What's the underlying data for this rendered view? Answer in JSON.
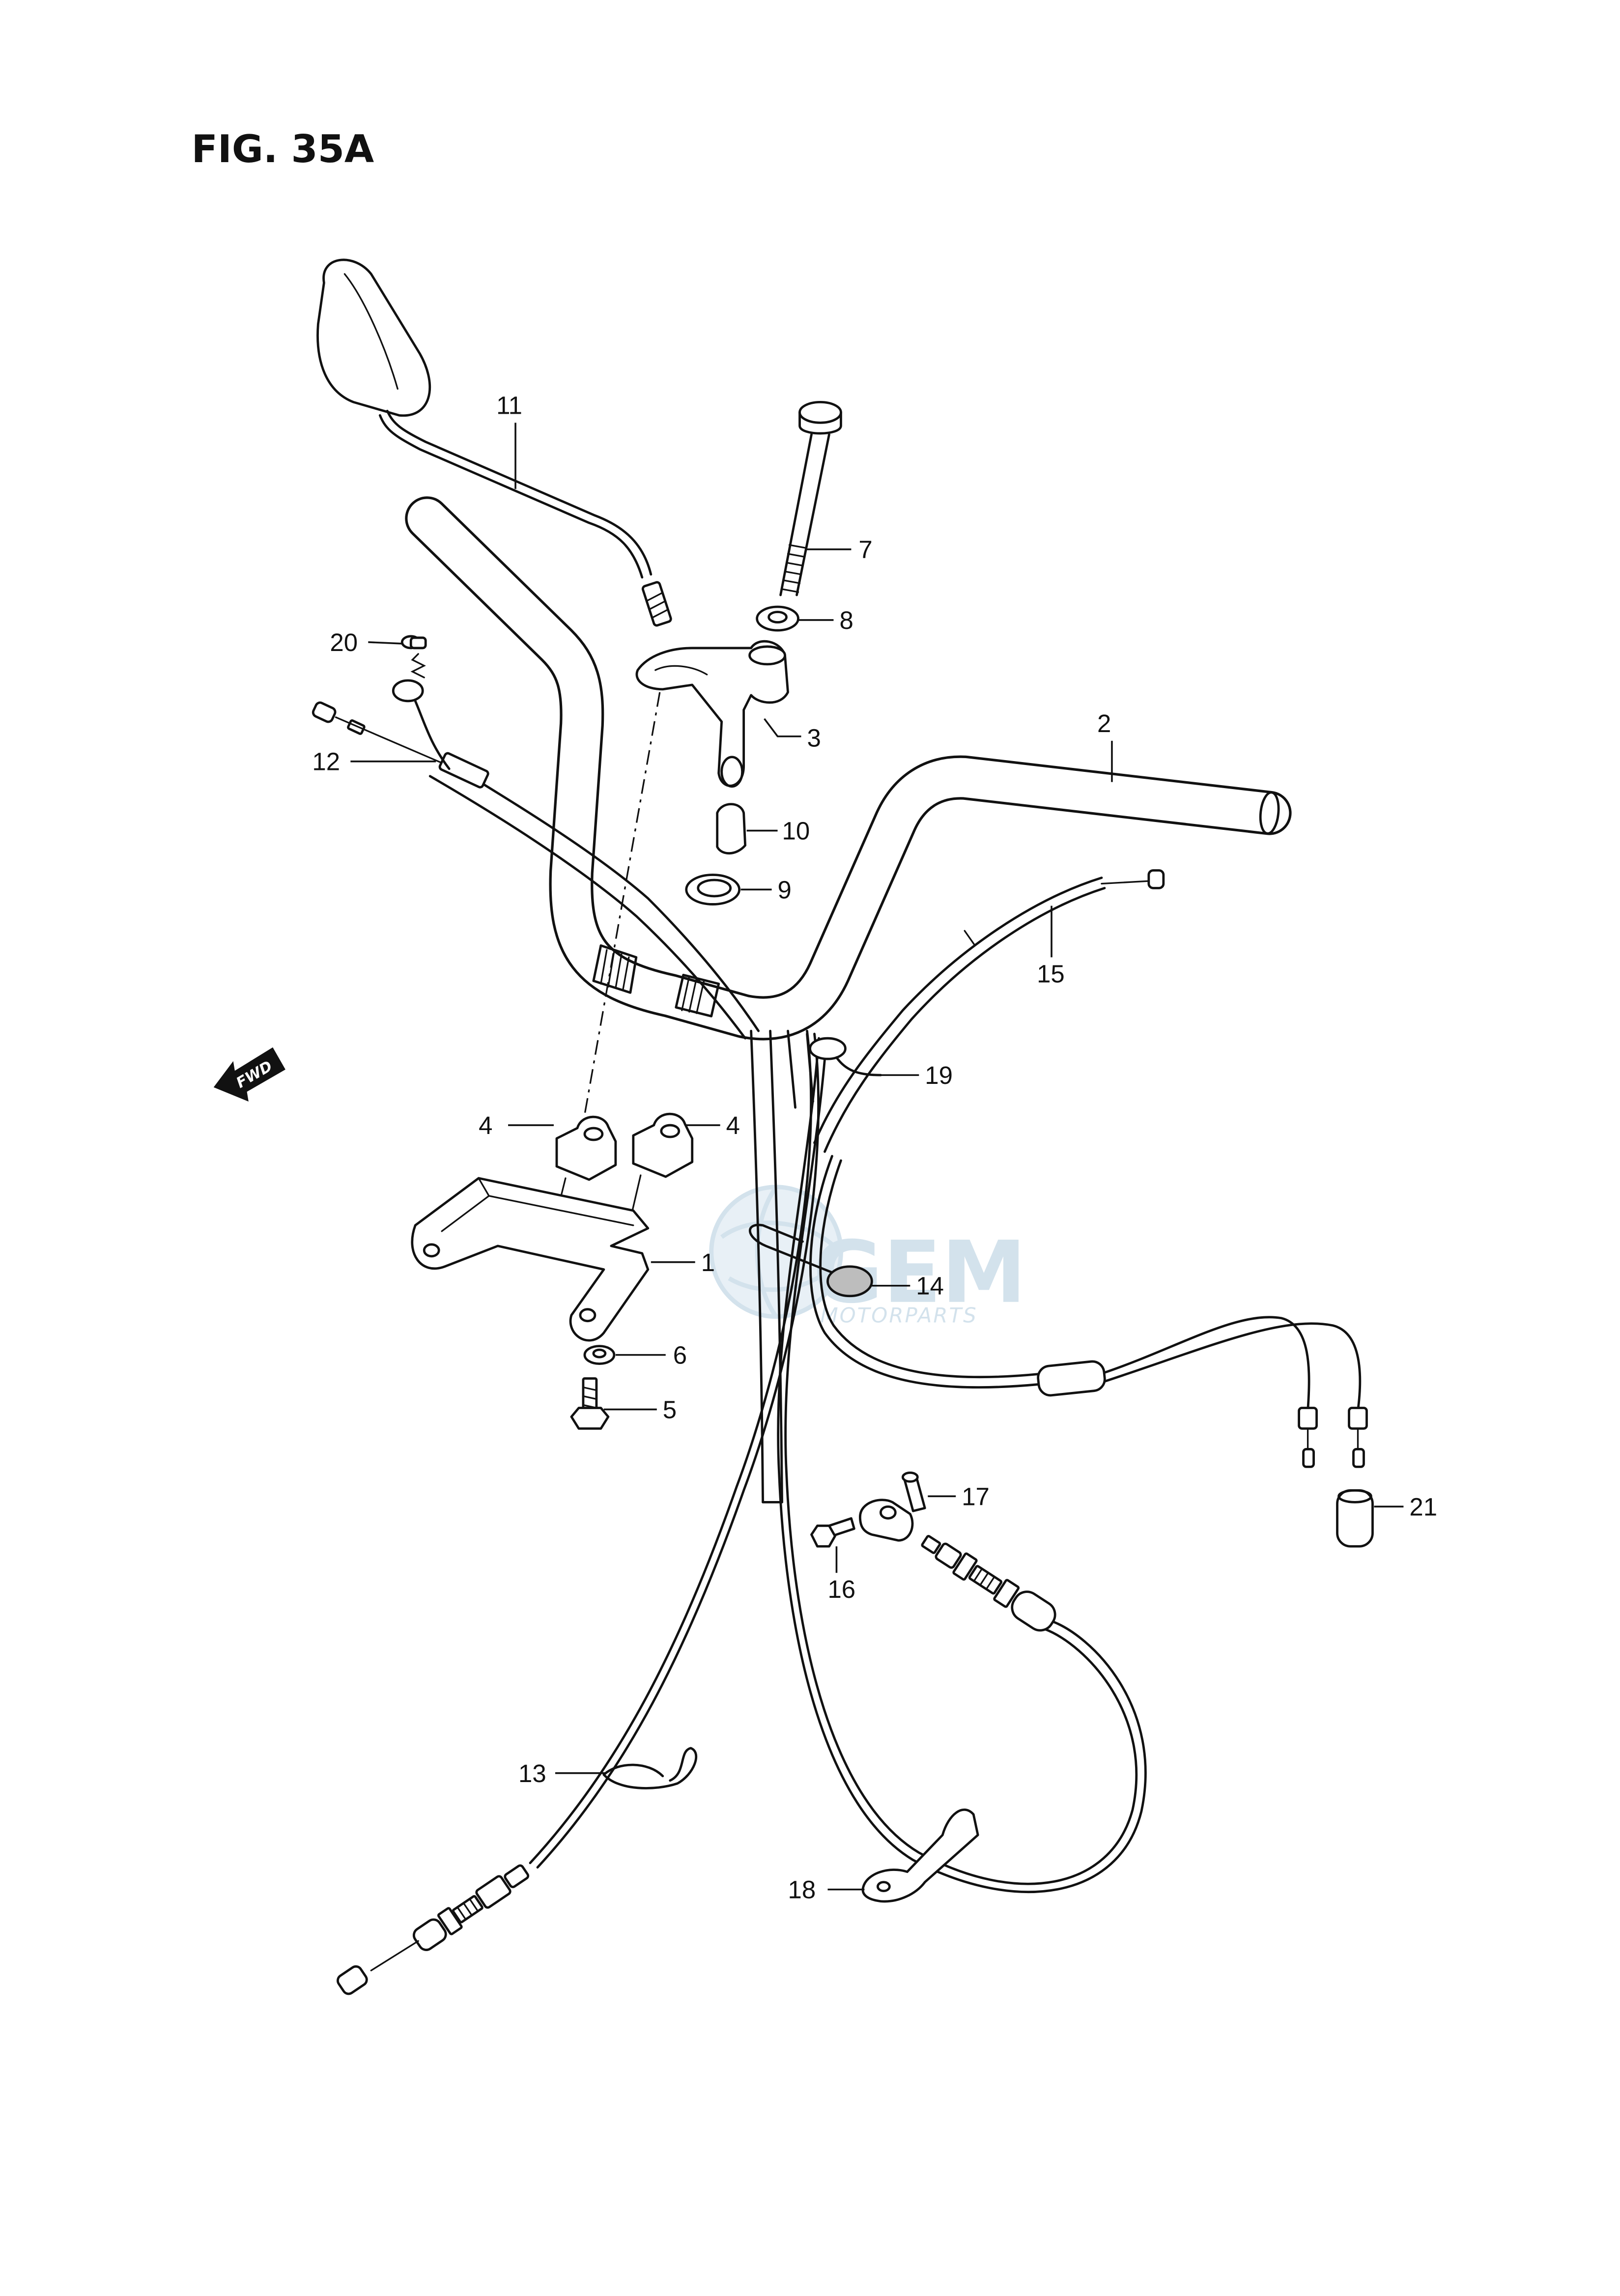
{
  "figure": {
    "title": "FIG. 35A"
  },
  "direction_marker": "FWD",
  "callouts": [
    "11",
    "7",
    "8",
    "20",
    "3",
    "2",
    "12",
    "10",
    "9",
    "15",
    "19",
    "4",
    "4",
    "1",
    "14",
    "6",
    "5",
    "17",
    "21",
    "16",
    "13",
    "18"
  ],
  "watermark": {
    "brand": "GEM",
    "tagline": "MOTORPARTS"
  },
  "colors": {
    "line": "#111111",
    "background": "#ffffff",
    "watermark": "#c9dbe8",
    "grommet_fill": "#bdbdbd"
  }
}
